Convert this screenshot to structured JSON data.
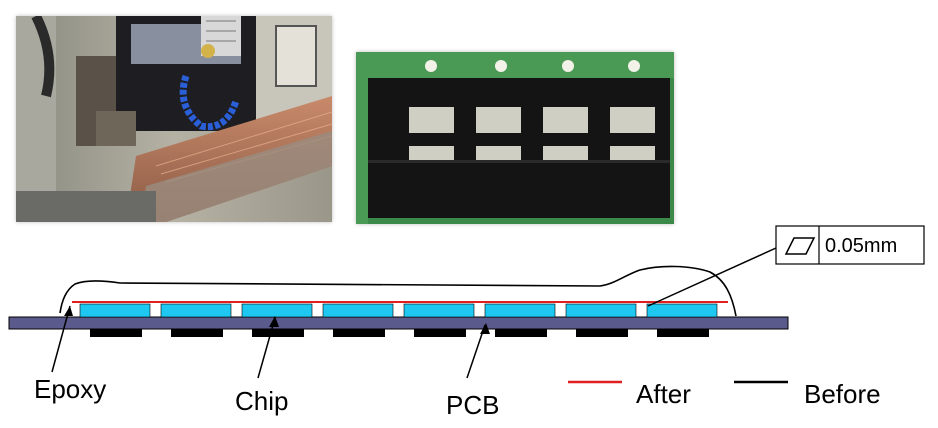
{
  "photos": [
    {
      "name": "machine-photo",
      "subject": "grinding machine with coolant hoses over PCB strip"
    },
    {
      "name": "board-closeup-photo",
      "subject": "close-up of PCB strip showing rows of chips"
    }
  ],
  "labels": {
    "epoxy": "Epoxy",
    "chip": "Chip",
    "pcb": "PCB"
  },
  "flatness_callout": {
    "symbol": "flatness-symbol",
    "value": "0.05mm"
  },
  "legend": {
    "after": {
      "label": "After",
      "color": "#e02020"
    },
    "before": {
      "label": "Before",
      "color": "#000000"
    }
  },
  "colors": {
    "chip": "#1ec8f0",
    "pcb": "#5a5a8c",
    "pad": "#000000",
    "after_line": "#e02020",
    "before_line": "#000000"
  },
  "chip_count": 8
}
